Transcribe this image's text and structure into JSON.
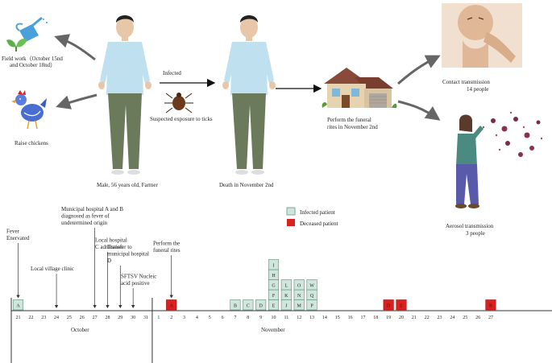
{
  "top": {
    "field_work_line1": "Field work（October 15nd",
    "field_work_line2": "and October 18nd）",
    "raise_chickens": "Raise chickens",
    "patient_label": "Male, 56 years old, Farmer",
    "infected_label": "Infected",
    "ticks_label": "Suspected exposure to ticks",
    "death_label": "Death in November 2nd",
    "funeral_line1": "Perform the funeral",
    "funeral_line2": "rites in November 2nd",
    "contact_line1": "Contact transmission",
    "contact_line2": "14 people",
    "aerosol_line1": "Aerosol transmission",
    "aerosol_line2": "3 people"
  },
  "legend": {
    "infected": "Infected patient",
    "deceased": "Deceased patient",
    "infected_color": "#cfe6dd",
    "deceased_color": "#d9221f"
  },
  "timeline": {
    "days": [
      "21",
      "22",
      "23",
      "24",
      "25",
      "26",
      "27",
      "28",
      "29",
      "30",
      "31",
      "1",
      "2",
      "3",
      "4",
      "5",
      "6",
      "7",
      "8",
      "9",
      "10",
      "11",
      "12",
      "13",
      "14",
      "15",
      "16",
      "17",
      "18",
      "19",
      "20",
      "21",
      "22",
      "23",
      "24",
      "25",
      "26",
      "27"
    ],
    "month_october": "October",
    "month_november": "November",
    "annotations": [
      {
        "day_index": 0,
        "lines": [
          "Fever",
          "Enervated"
        ]
      },
      {
        "day_index": 3,
        "lines": [
          "Local village clinic"
        ]
      },
      {
        "day_index": 6,
        "lines": [
          "Municipal hospital A and B",
          "diagnosed as fever of",
          "undetermined origin"
        ]
      },
      {
        "day_index": 7,
        "lines": [
          "Local hospital",
          "C admission"
        ]
      },
      {
        "day_index": 8,
        "lines": [
          "Transfer to",
          "municipal hospital",
          "D"
        ]
      },
      {
        "day_index": 9,
        "lines": [
          "SFTSV Nucleic",
          "acid positive"
        ]
      },
      {
        "day_index": 12,
        "lines": [
          "Perform the",
          "funeral rites"
        ]
      }
    ],
    "cases": [
      {
        "day_index": 0,
        "letter": "A",
        "level": 0,
        "status": "infected"
      },
      {
        "day_index": 12,
        "letter": "A",
        "level": 0,
        "status": "deceased"
      },
      {
        "day_index": 17,
        "letter": "B",
        "level": 0,
        "status": "infected"
      },
      {
        "day_index": 18,
        "letter": "C",
        "level": 0,
        "status": "infected"
      },
      {
        "day_index": 19,
        "letter": "D",
        "level": 0,
        "status": "infected"
      },
      {
        "day_index": 20,
        "letter": "E",
        "level": 0,
        "status": "infected"
      },
      {
        "day_index": 20,
        "letter": "F",
        "level": 1,
        "status": "infected"
      },
      {
        "day_index": 20,
        "letter": "G",
        "level": 2,
        "status": "infected"
      },
      {
        "day_index": 20,
        "letter": "H",
        "level": 3,
        "status": "infected"
      },
      {
        "day_index": 20,
        "letter": "I",
        "level": 4,
        "status": "infected"
      },
      {
        "day_index": 21,
        "letter": "J",
        "level": 0,
        "status": "infected"
      },
      {
        "day_index": 21,
        "letter": "K",
        "level": 1,
        "status": "infected"
      },
      {
        "day_index": 21,
        "letter": "L",
        "level": 2,
        "status": "infected"
      },
      {
        "day_index": 22,
        "letter": "M",
        "level": 0,
        "status": "infected"
      },
      {
        "day_index": 22,
        "letter": "N",
        "level": 1,
        "status": "infected"
      },
      {
        "day_index": 22,
        "letter": "O",
        "level": 2,
        "status": "infected"
      },
      {
        "day_index": 23,
        "letter": "P",
        "level": 0,
        "status": "infected"
      },
      {
        "day_index": 23,
        "letter": "Q",
        "level": 1,
        "status": "infected"
      },
      {
        "day_index": 23,
        "letter": "W",
        "level": 2,
        "status": "infected"
      },
      {
        "day_index": 29,
        "letter": "D",
        "level": 0,
        "status": "deceased"
      },
      {
        "day_index": 30,
        "letter": "E",
        "level": 0,
        "status": "deceased"
      },
      {
        "day_index": 37,
        "letter": "R",
        "level": 0,
        "status": "deceased"
      }
    ]
  }
}
